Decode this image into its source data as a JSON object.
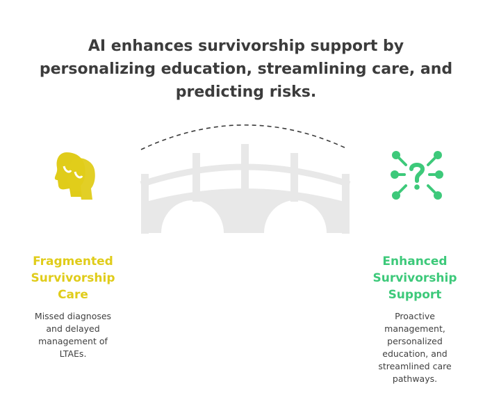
{
  "title_lines": [
    "AI enhances survivorship support by",
    "personalizing education, streamlining care, and",
    "predicting risks."
  ],
  "left": {
    "heading_lines": [
      "Fragmented",
      "Survivorship",
      "Care"
    ],
    "desc_lines": [
      "Missed diagnoses",
      "and delayed",
      "management of",
      "LTAEs."
    ],
    "icon": "two-heads-profile-icon",
    "color": "#e0cc1a"
  },
  "right": {
    "heading_lines": [
      "Enhanced",
      "Survivorship",
      "Support"
    ],
    "desc_lines": [
      "Proactive",
      "management,",
      "personalized",
      "education, and",
      "streamlined care",
      "pathways."
    ],
    "icon": "question-network-icon",
    "color": "#3dc97a"
  },
  "bridge": {
    "icon": "bridge-icon",
    "color": "#e8e8e8"
  }
}
